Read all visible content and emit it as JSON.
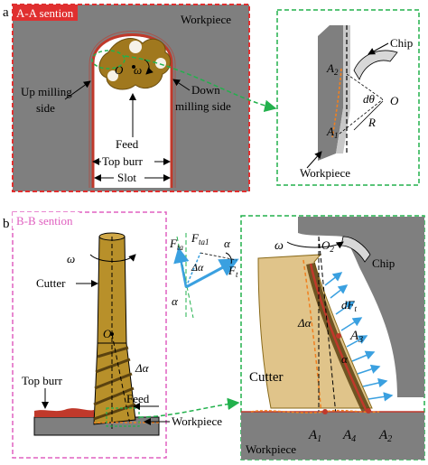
{
  "panel_a": {
    "letter": "a",
    "section_title": "A-A sention",
    "workpiece_label": "Workpiece",
    "center_label": "O",
    "omega_label": "ω",
    "up_milling_line1": "Up milling",
    "up_milling_line2": "side",
    "down_milling_line1": "Down",
    "down_milling_line2": "milling side",
    "feed_label": "Feed",
    "top_burr_label": "Top burr",
    "slot_label": "Slot",
    "inset": {
      "chip_label": "Chip",
      "a2_label": "A",
      "a2_sub": "2",
      "a1_label": "A",
      "a1_sub": "1",
      "dtheta_label": "dθ",
      "o_label": "O",
      "r_label": "R",
      "workpiece_label": "Workpiece"
    }
  },
  "panel_b": {
    "letter": "b",
    "section_title": "B-B sention",
    "omega_label": "ω",
    "cutter_label": "Cutter",
    "o_label": "O",
    "top_burr_label": "Top burr",
    "delta_alpha_label": "Δα",
    "feed_label": "Feed",
    "workpiece_label": "Workpiece",
    "force": {
      "fta_label": "F",
      "fta_sub": "ta",
      "fta1_label": "F",
      "fta1_sub": "ta1",
      "alpha_label": "α",
      "ft_label": "F",
      "ft_sub": "t",
      "delta_alpha_label": "Δα",
      "alpha2_label": "α"
    },
    "inset": {
      "omega_label": "ω",
      "o2_label": "O",
      "o2_sub": "2",
      "chip_label": "Chip",
      "dft_label": "dF",
      "dft_sub": "t",
      "delta_alpha_label": "Δα",
      "a3_label": "A",
      "a3_sub": "3",
      "alpha_label": "α",
      "cutter_label": "Cutter",
      "a1_label": "A",
      "a1_sub": "1",
      "a4_label": "A",
      "a4_sub": "4",
      "a2_label": "A",
      "a2_sub": "2",
      "workpiece_label": "Workpiece"
    }
  },
  "colors": {
    "workpiece_gray": "#7f7f7f",
    "cutter_gold": "#b8902a",
    "cutter_light": "#e0c48a",
    "burr_red": "#c0392b",
    "section_a_red": "#e03030",
    "section_b_pink": "#e060c0",
    "inset_green": "#22b14c",
    "force_blue": "#3aa0e0",
    "orange_dash": "#f08020"
  }
}
